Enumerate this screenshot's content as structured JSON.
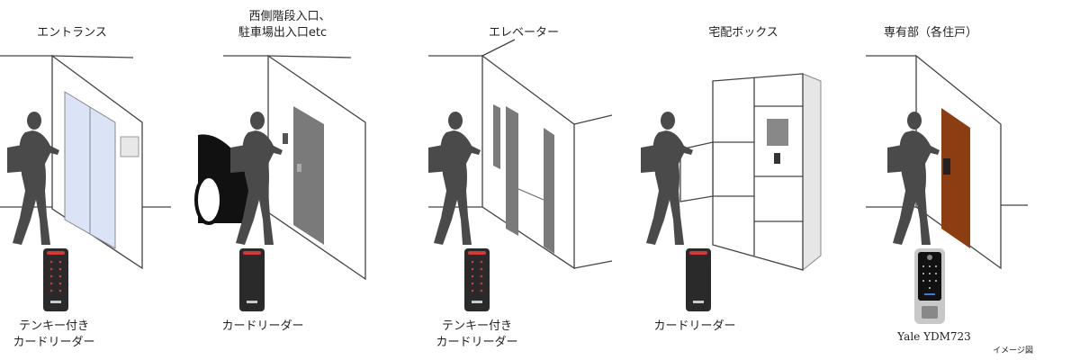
{
  "scenes": [
    {
      "title": "エントランス",
      "device_label_lines": [
        "テンキー付き",
        "カードリーダー"
      ]
    },
    {
      "title_lines": [
        "西側階段入口、",
        "駐車場出入口etc"
      ],
      "device_label_lines": [
        "カードリーダー"
      ]
    },
    {
      "title": "エレベーター",
      "device_label_lines": [
        "テンキー付き",
        "カードリーダー"
      ]
    },
    {
      "title": "宅配ボックス",
      "device_label_lines": [
        "カードリーダー"
      ]
    },
    {
      "title": "専有部（各住戸）",
      "device_label_lines": [
        "Yale YDM723"
      ]
    }
  ],
  "footnote": "イメージ図",
  "colors": {
    "silhouette": "#4a4a4a",
    "glass_door": "#dbe3f7",
    "gray_door": "#7a7a7a",
    "wood_door": "#8c3e12",
    "reader_body": "#2a2a2a",
    "reader_led": "#d03a3a"
  }
}
